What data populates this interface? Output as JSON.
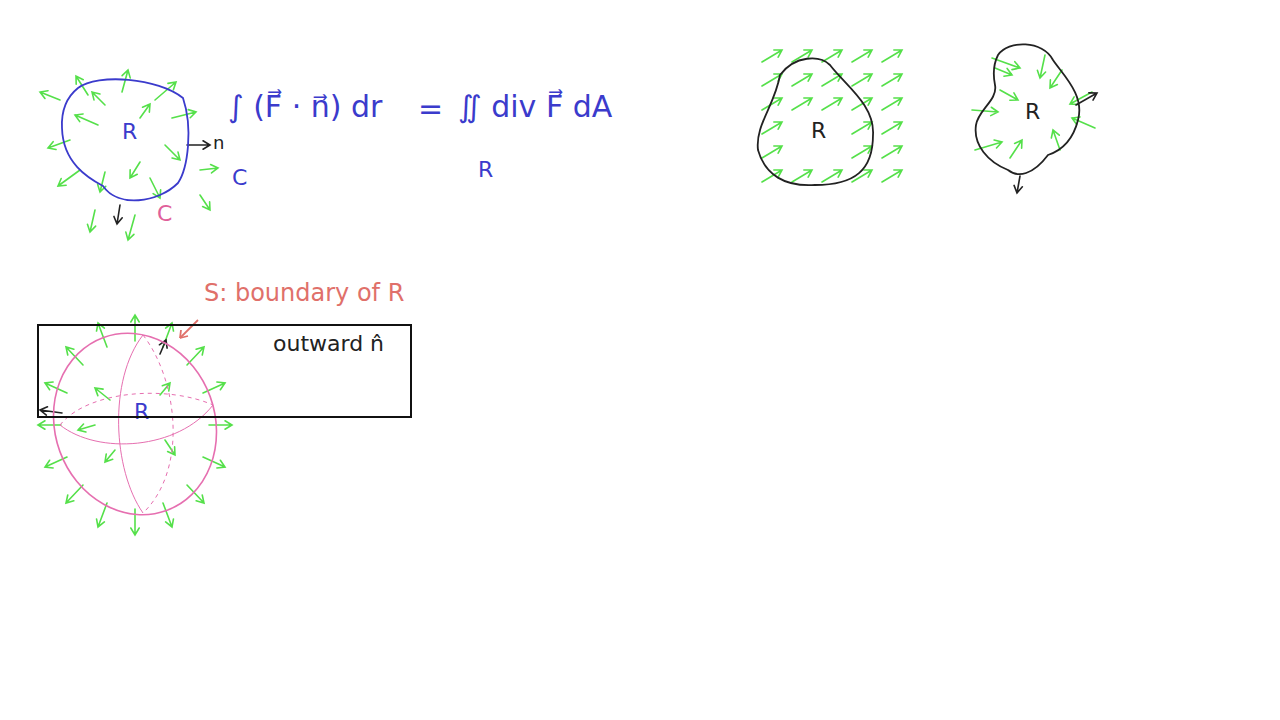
{
  "diagram": {
    "nodes": [
      {
        "text": [
          "R"
        ]
      },
      {
        "text": [
          "R"
        ]
      },
      {
        "text": [
          "R"
        ]
      },
      {
        "text": [
          "outward n̂"
        ]
      },
      {
        "text": [
          "R"
        ]
      }
    ],
    "labels": [
      "n",
      "C",
      "∫ (F⃗ · n⃗) dr",
      "=",
      "∬ div F⃗ dA",
      "C",
      "R",
      "S: boundary of R"
    ]
  }
}
